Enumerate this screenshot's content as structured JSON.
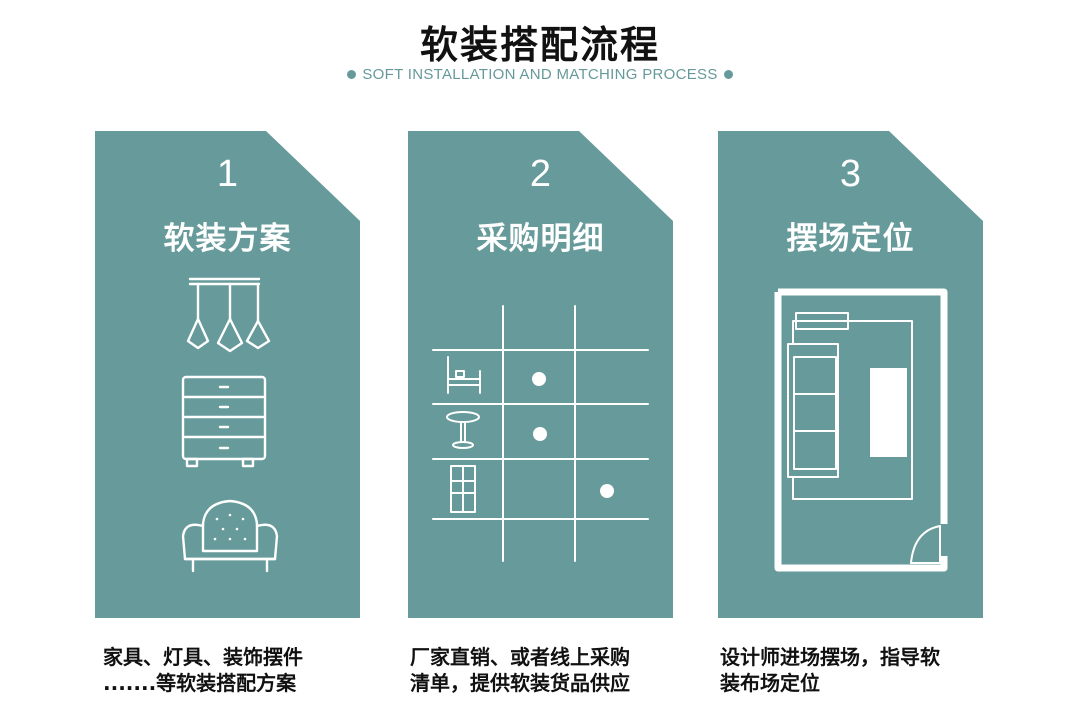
{
  "header": {
    "title": "软装搭配流程",
    "subtitle": "SOFT INSTALLATION AND MATCHING PROCESS"
  },
  "steps": [
    {
      "number": "1",
      "heading": "软装方案",
      "icons": [
        "pendant-lamp-icon",
        "dresser-icon",
        "armchair-icon"
      ],
      "desc_line1": "家具、灯具、装饰摆件",
      "desc_line2": ".......等软装搭配方案"
    },
    {
      "number": "2",
      "heading": "采购明细",
      "icons": [
        "bed-icon",
        "round-table-icon",
        "cabinet-icon"
      ],
      "desc_line1": "厂家直销、或者线上采购",
      "desc_line2": "清单，提供软装货品供应"
    },
    {
      "number": "3",
      "heading": "摆场定位",
      "icons": [
        "floor-plan-icon"
      ],
      "desc_line1": "设计师进场摆场，指导软",
      "desc_line2": "装布场定位"
    }
  ],
  "colors": {
    "card": "#679a9a",
    "accent": "#66999a",
    "text": "#111111"
  }
}
